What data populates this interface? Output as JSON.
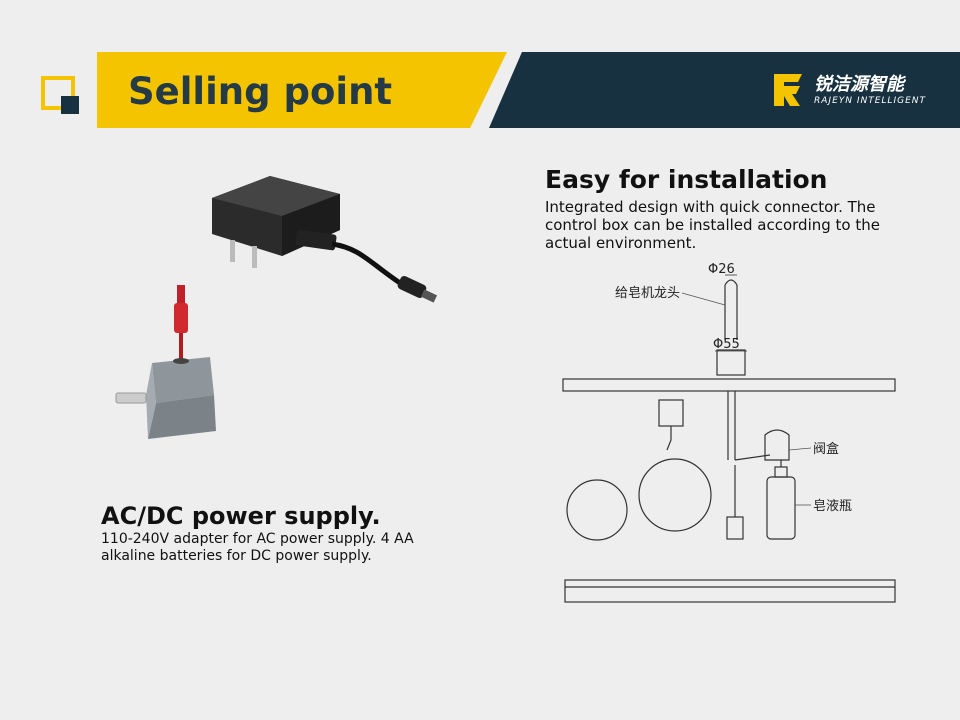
{
  "header": {
    "title": "Selling point"
  },
  "brand": {
    "name_cn": "锐洁源智能",
    "name_en": "RAJEYN INTELLIGENT",
    "logo_letter": "R",
    "colors": {
      "accent_yellow": "#f5c400",
      "dark_navy": "#173140",
      "title_text": "#243a46"
    }
  },
  "installation": {
    "title": "Easy for installation",
    "description": "Integrated design with quick connector. The control box can be installed according to the actual environment.",
    "diagram": {
      "dim_top": "Φ26",
      "dim_base": "Φ55",
      "label_faucet": "给皂机龙头",
      "label_valve": "阀盒",
      "label_bottle": "皂液瓶"
    }
  },
  "power": {
    "title": "AC/DC power supply.",
    "description": "110-240V adapter for AC power supply. 4 AA alkaline batteries for  DC power supply."
  }
}
